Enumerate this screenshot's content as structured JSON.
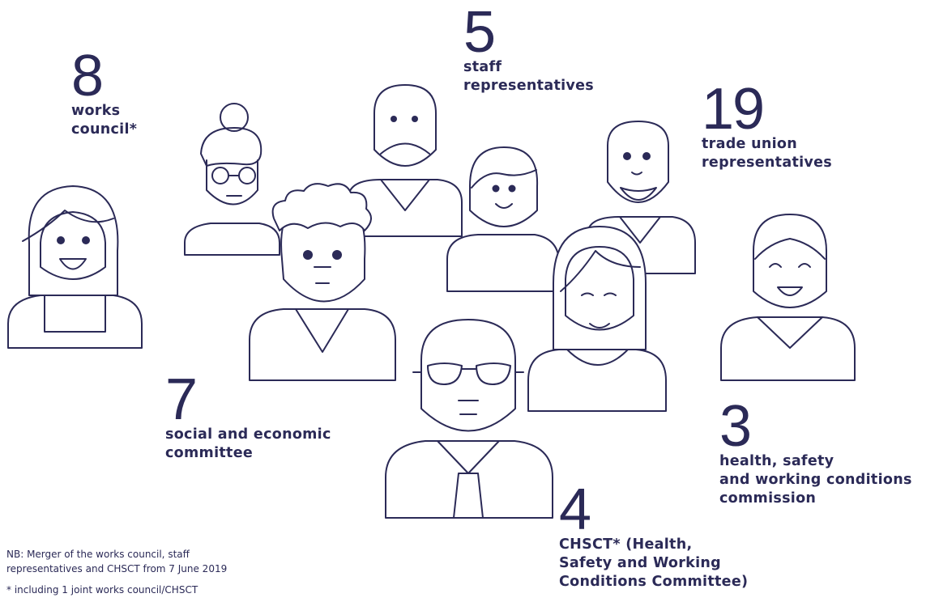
{
  "stats": {
    "works_council": {
      "number": "8",
      "label": "works\ncouncil*"
    },
    "staff_reps": {
      "number": "5",
      "label": "staff\nrepresentatives"
    },
    "trade_union": {
      "number": "19",
      "label": "trade union\nrepresentatives"
    },
    "social_economic": {
      "number": "7",
      "label": "social and economic\ncommittee"
    },
    "hsw_commission": {
      "number": "3",
      "label": "health, safety\nand working conditions\ncommission"
    },
    "chsct": {
      "number": "4",
      "label": "CHSCT* (Health,\nSafety and Working\nConditions Committee)"
    }
  },
  "notes": {
    "merger": "NB:  Merger of the works council, staff\nrepresentatives and CHSCT from 7 June 2019",
    "footnote": "* including 1 joint works council/CHSCT"
  },
  "colors": {
    "ink": "#2b2a57",
    "background": "#ffffff"
  },
  "icons": [
    "woman-long-hair-icon",
    "woman-bun-glasses-icon",
    "bald-man-mustache-icon",
    "curly-hair-man-icon",
    "young-man-icon",
    "bearded-man-icon",
    "woman-bangs-icon",
    "man-sunglasses-tie-icon",
    "smiling-man-icon"
  ]
}
